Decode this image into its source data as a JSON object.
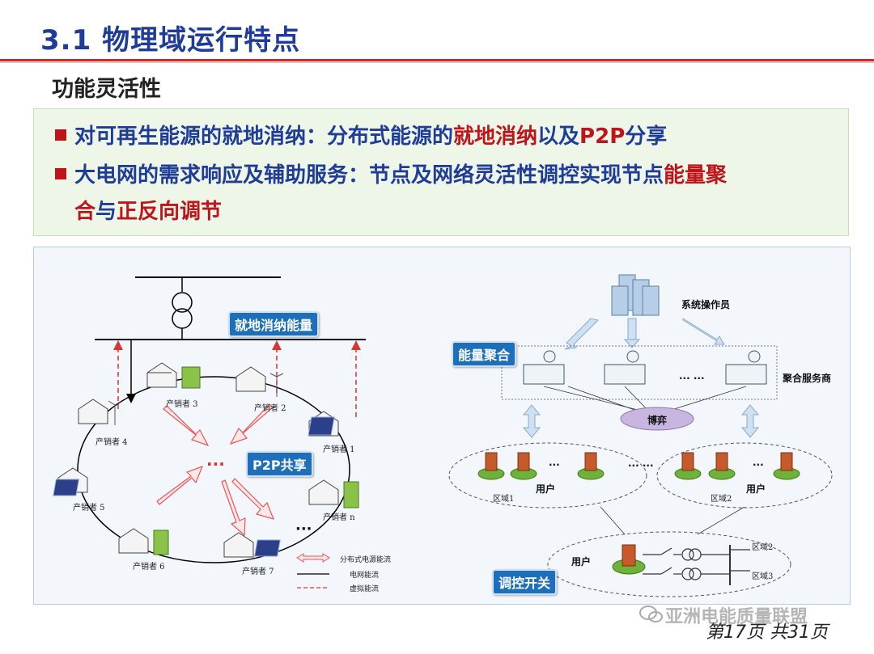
{
  "header": {
    "title": "3.1 物理域运行特点",
    "subtitle": "功能灵活性"
  },
  "bullets": [
    {
      "a": "对可再生能源的就地消纳：分布式能源的",
      "b": "就地消纳",
      "c": "以及",
      "d": "P2P",
      "e": "分享"
    },
    {
      "a": "大电网的需求响应及辅助服务：节点及网络灵活性调控实现节点",
      "b": "能量聚",
      "c": "合",
      "d": "与",
      "e": "正反向调节"
    }
  ],
  "left_diagram": {
    "tag_local": "就地消纳能量",
    "tag_p2p": "P2P共享",
    "prosumers": [
      "产销者 1",
      "产销者 2",
      "产销者 3",
      "产销者 4",
      "产销者 5",
      "产销者 6",
      "产销者 7",
      "产销者 n"
    ],
    "dots_center": "···",
    "dots_side": "···",
    "legend": [
      "分布式电源能流",
      "电网能流",
      "虚拟能流"
    ]
  },
  "right_diagram": {
    "operator": "系统操作员",
    "tag_agg": "能量聚合",
    "aggregator": "聚合服务商",
    "dots_agg": "··· ···",
    "game": "博弈",
    "user1": "用户",
    "user2": "用户",
    "region1": "区域1",
    "region2": "区域2",
    "dots_u": "···",
    "dots_mid": "··· ···",
    "user3": "用户",
    "region2b": "区域2",
    "region3": "区域3",
    "tag_ctrl": "调控开关"
  },
  "footer": {
    "page": "第17页  共31页",
    "watermark": "亚洲电能质量联盟"
  },
  "colors": {
    "title": "#1f3c99",
    "accent": "#c0141b",
    "tag": "#1e6fba"
  }
}
